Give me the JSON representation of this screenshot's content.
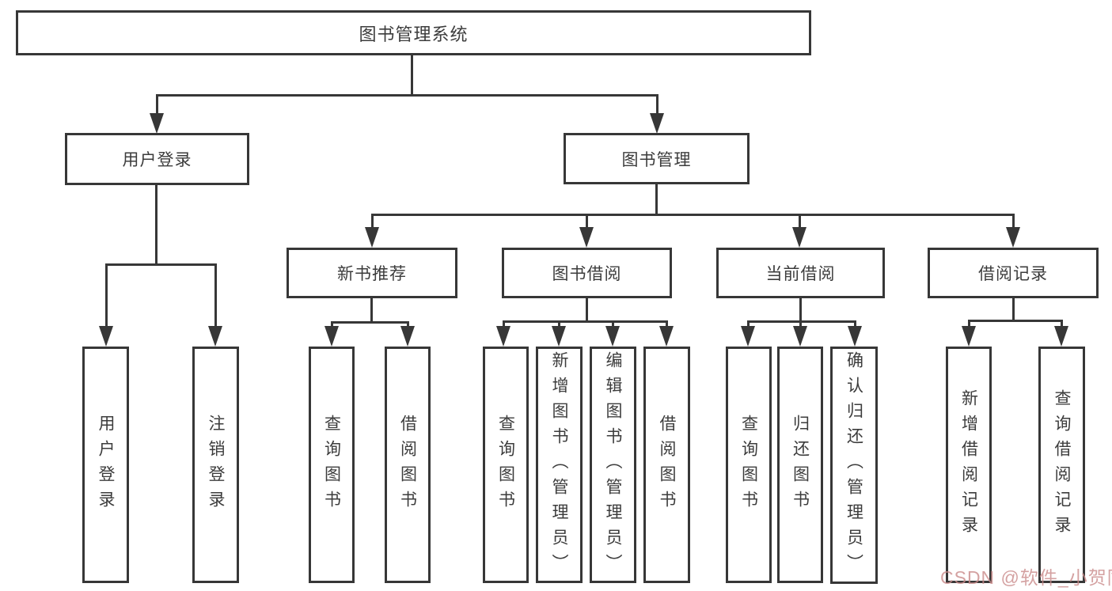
{
  "diagram_title": "图书管理系统",
  "colors": {
    "line": "#373737",
    "box_border": "#373737",
    "text": "#3c3c3c",
    "background": "#ffffff",
    "watermark": "#c98a8a"
  },
  "tree": {
    "root": {
      "label": "图书管理系统"
    },
    "branches": [
      {
        "label": "用户登录",
        "children": [
          "用户登录",
          "注销登录"
        ]
      },
      {
        "label": "图书管理",
        "sections": [
          {
            "label": "新书推荐",
            "children": [
              "查询图书",
              "借阅图书"
            ]
          },
          {
            "label": "图书借阅",
            "children": [
              "查询图书",
              "新增图书（管理员）",
              "编辑图书（管理员）",
              "借阅图书"
            ]
          },
          {
            "label": "当前借阅",
            "children": [
              "查询图书",
              "归还图书",
              "确认归还（管理员）"
            ]
          },
          {
            "label": "借阅记录",
            "children": [
              "新增借阅记录",
              "查询借阅记录"
            ]
          }
        ]
      }
    ]
  },
  "watermark": {
    "text": "CSDN @软件_小贺同学"
  }
}
